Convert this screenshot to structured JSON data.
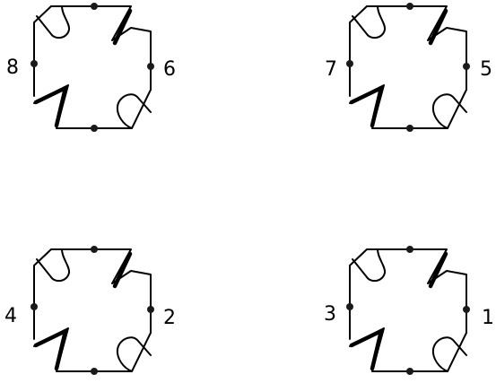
{
  "tiles": [
    {
      "id": "top-left",
      "labels": {
        "left": "8",
        "right": "6"
      }
    },
    {
      "id": "top-right",
      "labels": {
        "left": "7",
        "right": "5"
      }
    },
    {
      "id": "bottom-left",
      "labels": {
        "left": "4",
        "right": "2"
      }
    },
    {
      "id": "bottom-right",
      "labels": {
        "left": "3",
        "right": "1"
      }
    }
  ],
  "colors": {
    "line": "#000000",
    "dot": "#1a1a1a",
    "background": "#ffffff"
  }
}
